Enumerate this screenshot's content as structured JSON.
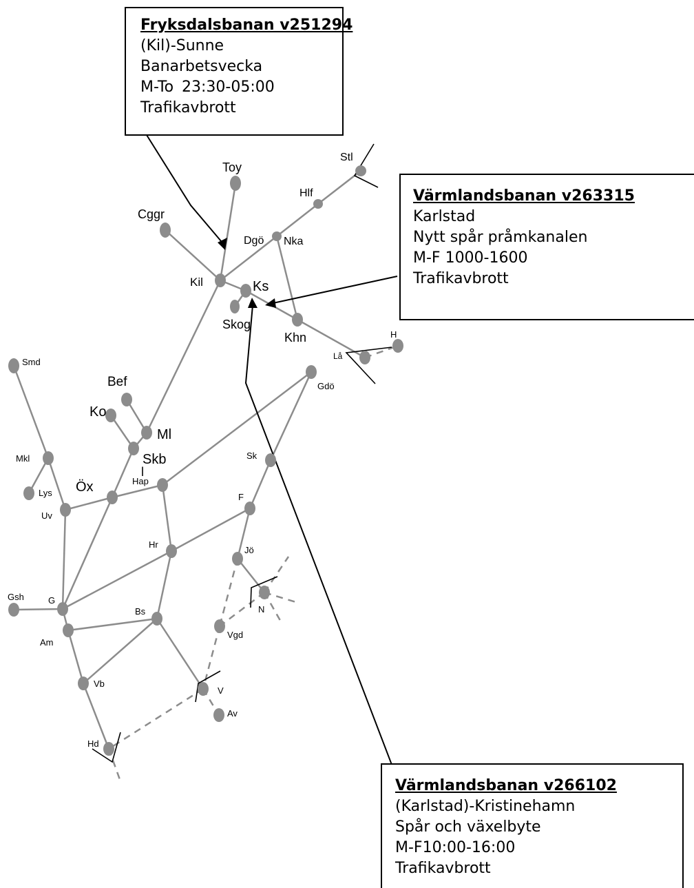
{
  "stations": {
    "toy": "Toy",
    "stl": "Stl",
    "hlf": "Hlf",
    "cggr": "Cggr",
    "dgo": "Dgö",
    "nka": "Nka",
    "kil": "Kil",
    "ks": "Ks",
    "skog": "Skog",
    "khn": "Khn",
    "h": "H",
    "la": "Lå",
    "gdo": "Gdö",
    "smd": "Smd",
    "bef": "Bef",
    "ko": "Ko",
    "ml": "Ml",
    "skb": "Skb",
    "skb_l": "l",
    "hap": "Hap",
    "ox": "Öx",
    "mkl": "Mkl",
    "lys": "Lys",
    "uv": "Uv",
    "sk": "Sk",
    "f": "F",
    "hr": "Hr",
    "jo": "Jö",
    "gsh": "Gsh",
    "g": "G",
    "n": "N",
    "bs": "Bs",
    "vgd": "Vgd",
    "am": "Am",
    "vb": "Vb",
    "v": "V",
    "av": "Av",
    "hd": "Hd"
  },
  "notices": [
    {
      "title": "Fryksdalsbanan v251294",
      "line1": "(Kil)-Sunne",
      "line2": "Banarbetsvecka",
      "days": "M-To",
      "time": "23:30-05:00",
      "line4": "Trafikavbrott"
    },
    {
      "title": "Värmlandsbanan v263315",
      "line1": "Karlstad",
      "line2": "Nytt spår pråmkanalen",
      "line3": "M-F 1000-1600",
      "line4": "Trafikavbrott"
    },
    {
      "title": "Värmlandsbanan v266102",
      "line1": "(Karlstad)-Kristinehamn",
      "line2": "Spår och växelbyte",
      "line3": "M-F10:00-16:00",
      "line4": "Trafikavbrott"
    }
  ]
}
